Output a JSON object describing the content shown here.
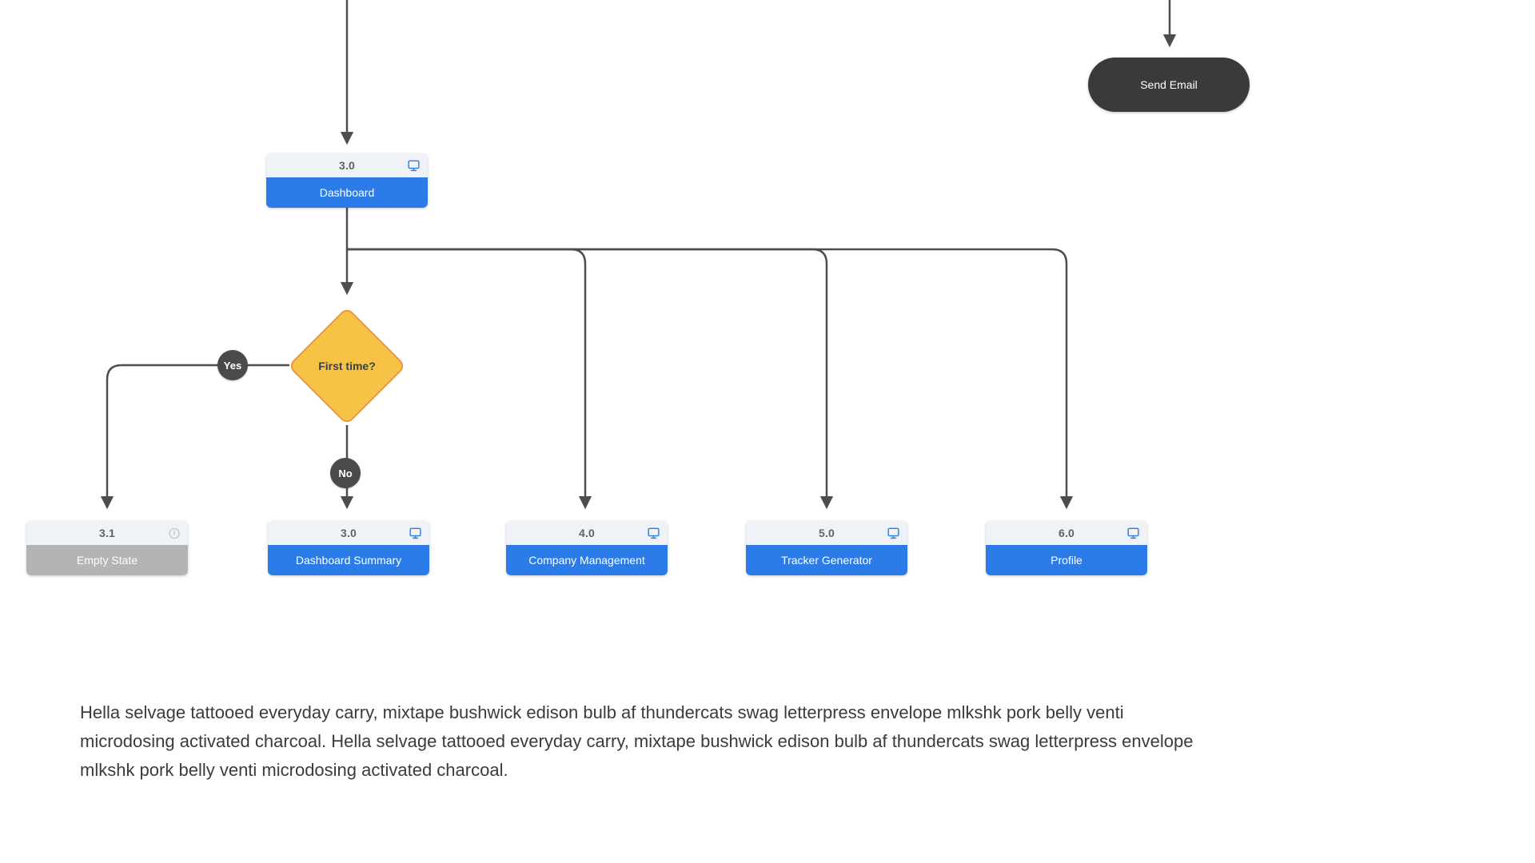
{
  "diagram": {
    "send_email_node": {
      "label": "Send Email"
    },
    "dashboard_node": {
      "id": "3.0",
      "label": "Dashboard"
    },
    "decision_node": {
      "label": "First time?"
    },
    "branches": {
      "yes": "Yes",
      "no": "No"
    },
    "screens": [
      {
        "id": "3.1",
        "label": "Empty State",
        "state": "disabled",
        "icon": "alert-circle-icon"
      },
      {
        "id": "3.0",
        "label": "Dashboard Summary",
        "state": "active",
        "icon": "desktop-icon"
      },
      {
        "id": "4.0",
        "label": "Company Management",
        "state": "active",
        "icon": "desktop-icon"
      },
      {
        "id": "5.0",
        "label": "Tracker Generator",
        "state": "active",
        "icon": "desktop-icon"
      },
      {
        "id": "6.0",
        "label": "Profile",
        "state": "active",
        "icon": "desktop-icon"
      }
    ]
  },
  "description": {
    "text": "Hella selvage tattooed everyday carry, mixtape bushwick edison bulb af thundercats swag letterpress envelope mlkshk pork belly venti microdosing activated charcoal. Hella selvage tattooed everyday carry, mixtape bushwick edison bulb af thundercats swag letterpress envelope mlkshk pork belly venti microdosing activated charcoal."
  },
  "colors": {
    "accent_blue": "#2b7ce9",
    "node_header_bg": "#eff2f6",
    "node_header_text": "#5f6368",
    "disabled_gray": "#b3b4b6",
    "decision_fill": "#f6c345",
    "decision_border": "#ea9940",
    "terminator_dark": "#3a3a3c",
    "connector": "#4d4d4d",
    "body_text": "#3a3b3d"
  }
}
